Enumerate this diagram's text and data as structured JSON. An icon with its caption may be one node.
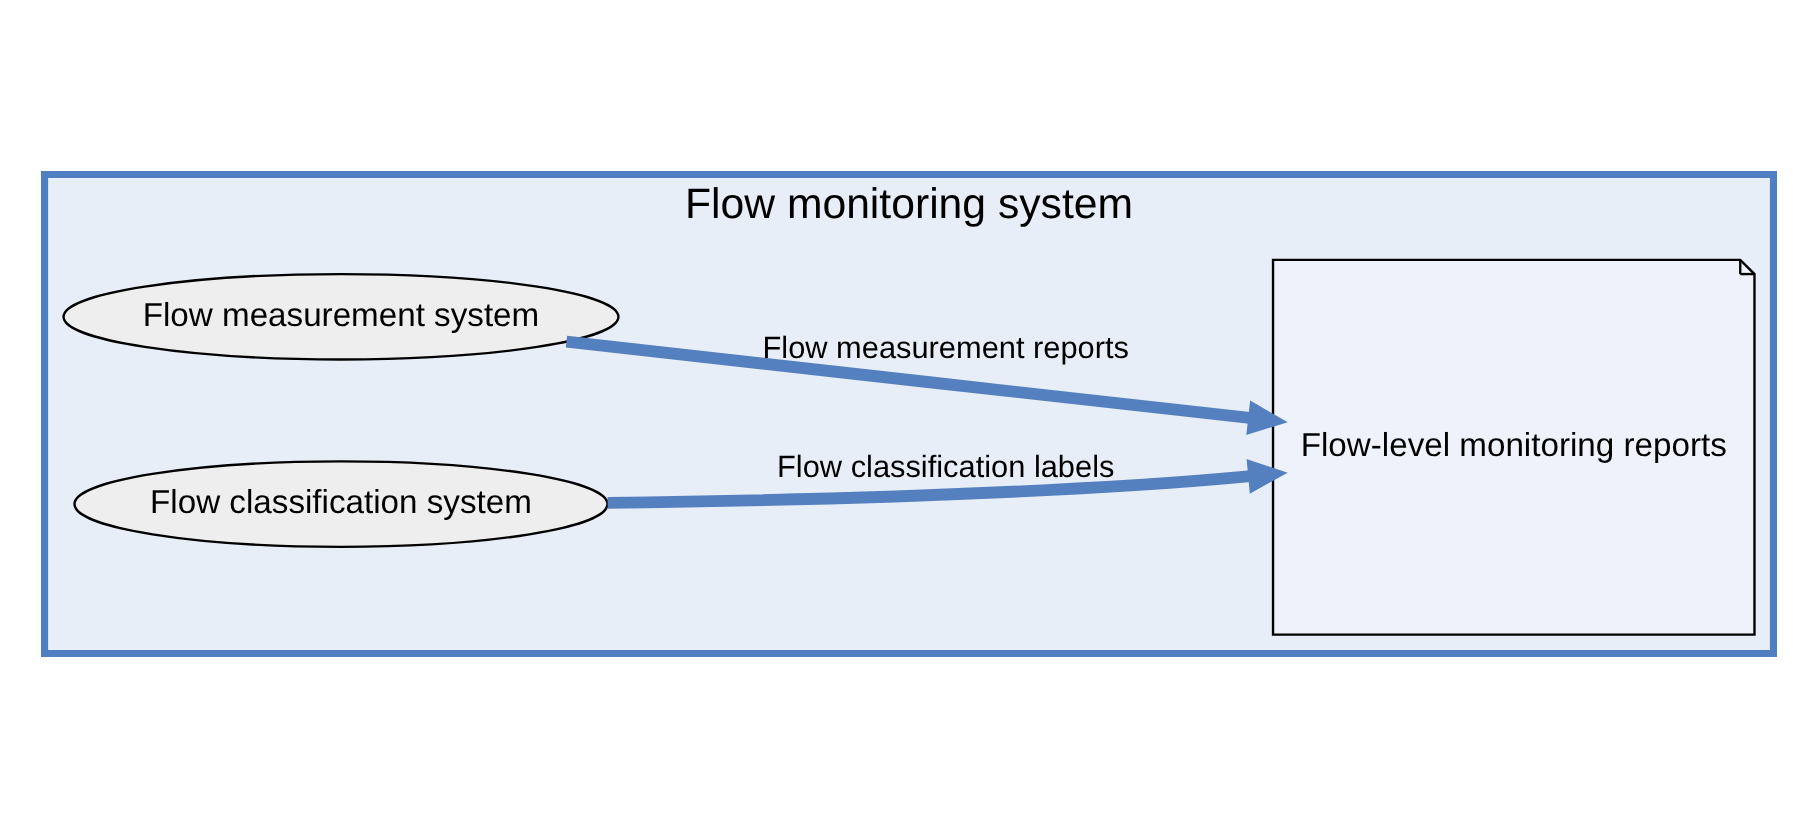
{
  "diagram": {
    "nodes": [
      {
        "text": [
          "Flow monitoring system"
        ]
      },
      {
        "text": [
          "Flow measurement system"
        ],
        "in": 0
      },
      {
        "text": [
          "Flow classification system"
        ],
        "in": 0
      },
      {
        "text": [
          "Flow-level monitoring reports"
        ],
        "in": 0
      }
    ],
    "edges": [
      {
        "from": 1,
        "to": 3,
        "arrow": "to",
        "label": "Flow measurement reports"
      },
      {
        "from": 2,
        "to": 3,
        "arrow": "to",
        "label": "Flow classification labels"
      }
    ]
  }
}
